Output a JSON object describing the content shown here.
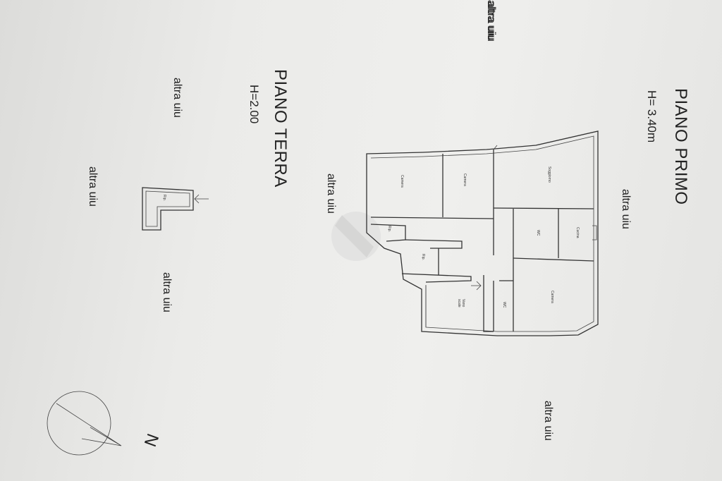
{
  "floors": {
    "first": {
      "title": "PIANO PRIMO",
      "height": "H= 3.40m"
    },
    "ground": {
      "title": "PIANO TERRA",
      "height": "H=2.00"
    }
  },
  "neighbors": {
    "topleft": "altra uiu",
    "left": "altra uiu",
    "near_ground": "altra uiu",
    "top_center": "altra uiu",
    "center": "altra uiu",
    "bottom_mid": "altra uiu",
    "right_first": "altra uiu",
    "bottom_right": "altra uiu"
  },
  "rooms": {
    "camera1": "Camera",
    "camera2": "Camera",
    "soggiorno": "Soggiorno",
    "wc1": "WC",
    "cucina": "Cucina",
    "camera3": "Camera",
    "rip1": "Rip.",
    "rip2": "Rip.",
    "vano_scale": "Vano scale",
    "wc2": "WC",
    "rip_ground": "Rip."
  },
  "compass": {
    "north": "N"
  }
}
